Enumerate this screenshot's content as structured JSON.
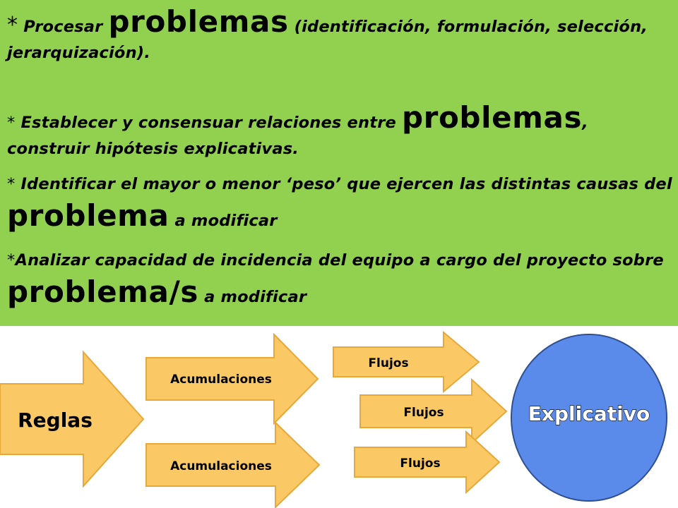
{
  "bullets": [
    {
      "star": "*",
      "t1": " Procesar ",
      "big": "problemas",
      "t2": " (identificación, formulación, selección, jerarquización)."
    },
    {
      "star": "*",
      "t1": " Establecer y consensuar relaciones entre ",
      "big": "problemas",
      "t2": ", construir hipótesis explicativas."
    },
    {
      "star": "*",
      "t1": "  Identificar el mayor o menor ‘peso’ que ejercen las distintas causas del ",
      "big": "problema",
      "t2": " a modificar"
    },
    {
      "star": "*",
      "t1": "Analizar capacidad de incidencia del equipo a cargo del proyecto sobre ",
      "big": "problema/s",
      "t2": " a modificar"
    }
  ],
  "diagram": {
    "reglas": "Reglas",
    "acumulaciones_top": "Acumulaciones",
    "acumulaciones_bottom": "Acumulaciones",
    "flujos_1": "Flujos",
    "flujos_2": "Flujos",
    "flujos_3": "Flujos",
    "explicativo": "Explicativo"
  },
  "colors": {
    "panel_green": "#92d050",
    "arrow_fill": "#fac864",
    "arrow_stroke": "#e8a838",
    "circle_fill": "#5b8bea",
    "circle_stroke": "#2f4f8f"
  }
}
